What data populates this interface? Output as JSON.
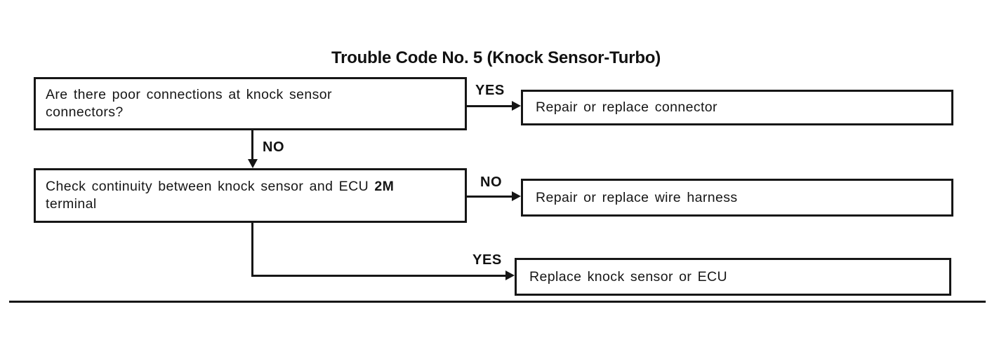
{
  "page": {
    "title": "Trouble Code No. 5 (Knock Sensor-Turbo)"
  },
  "flow": {
    "step1": {
      "question_line1": "Are there poor connections at knock sensor",
      "question_line2": "connectors?",
      "yes_label": "YES",
      "no_label": "NO",
      "yes_action": "Repair or replace connector"
    },
    "step2": {
      "question_line1_text": "Check continuity between knock sensor and ECU",
      "question_line1_bold": "2M",
      "question_line2": "terminal",
      "no_label": "NO",
      "yes_label": "YES",
      "no_action": "Repair or replace wire harness",
      "yes_action": "Replace knock sensor or ECU"
    }
  },
  "colors": {
    "ink": "#161616",
    "background": "#ffffff"
  }
}
